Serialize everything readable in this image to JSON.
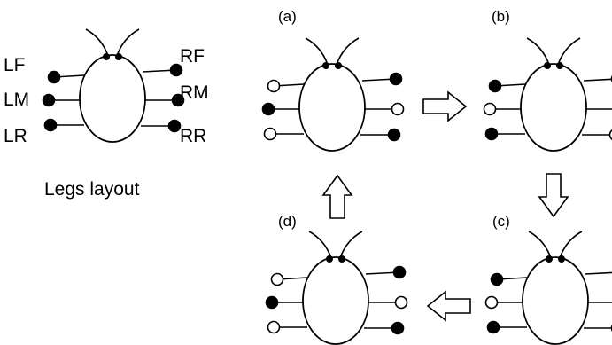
{
  "legend": {
    "caption": "Legs layout",
    "labels": {
      "LF": "LF",
      "LM": "LM",
      "LR": "LR",
      "RF": "RF",
      "RM": "RM",
      "RR": "RR"
    }
  },
  "panels": {
    "a": {
      "label": "(a)",
      "legs": {
        "LF": "open",
        "LM": "filled",
        "LR": "open",
        "RF": "filled",
        "RM": "open",
        "RR": "filled"
      }
    },
    "b": {
      "label": "(b)",
      "legs": {
        "LF": "filled",
        "LM": "open",
        "LR": "filled",
        "RF": "open",
        "RM": "filled",
        "RR": "open"
      }
    },
    "c": {
      "label": "(c)",
      "legs": {
        "LF": "filled",
        "LM": "open",
        "LR": "filled",
        "RF": "open",
        "RM": "filled",
        "RR": "open"
      }
    },
    "d": {
      "label": "(d)",
      "legs": {
        "LF": "open",
        "LM": "filled",
        "LR": "open",
        "RF": "filled",
        "RM": "open",
        "RR": "filled"
      }
    }
  },
  "arrows": [
    {
      "from": "a",
      "to": "b",
      "direction": "right"
    },
    {
      "from": "b",
      "to": "c",
      "direction": "down"
    },
    {
      "from": "c",
      "to": "d",
      "direction": "left"
    },
    {
      "from": "d",
      "to": "a",
      "direction": "up"
    }
  ],
  "colors": {
    "stroke": "#000000",
    "fill_contact": "#000000",
    "fill_open": "#ffffff"
  }
}
